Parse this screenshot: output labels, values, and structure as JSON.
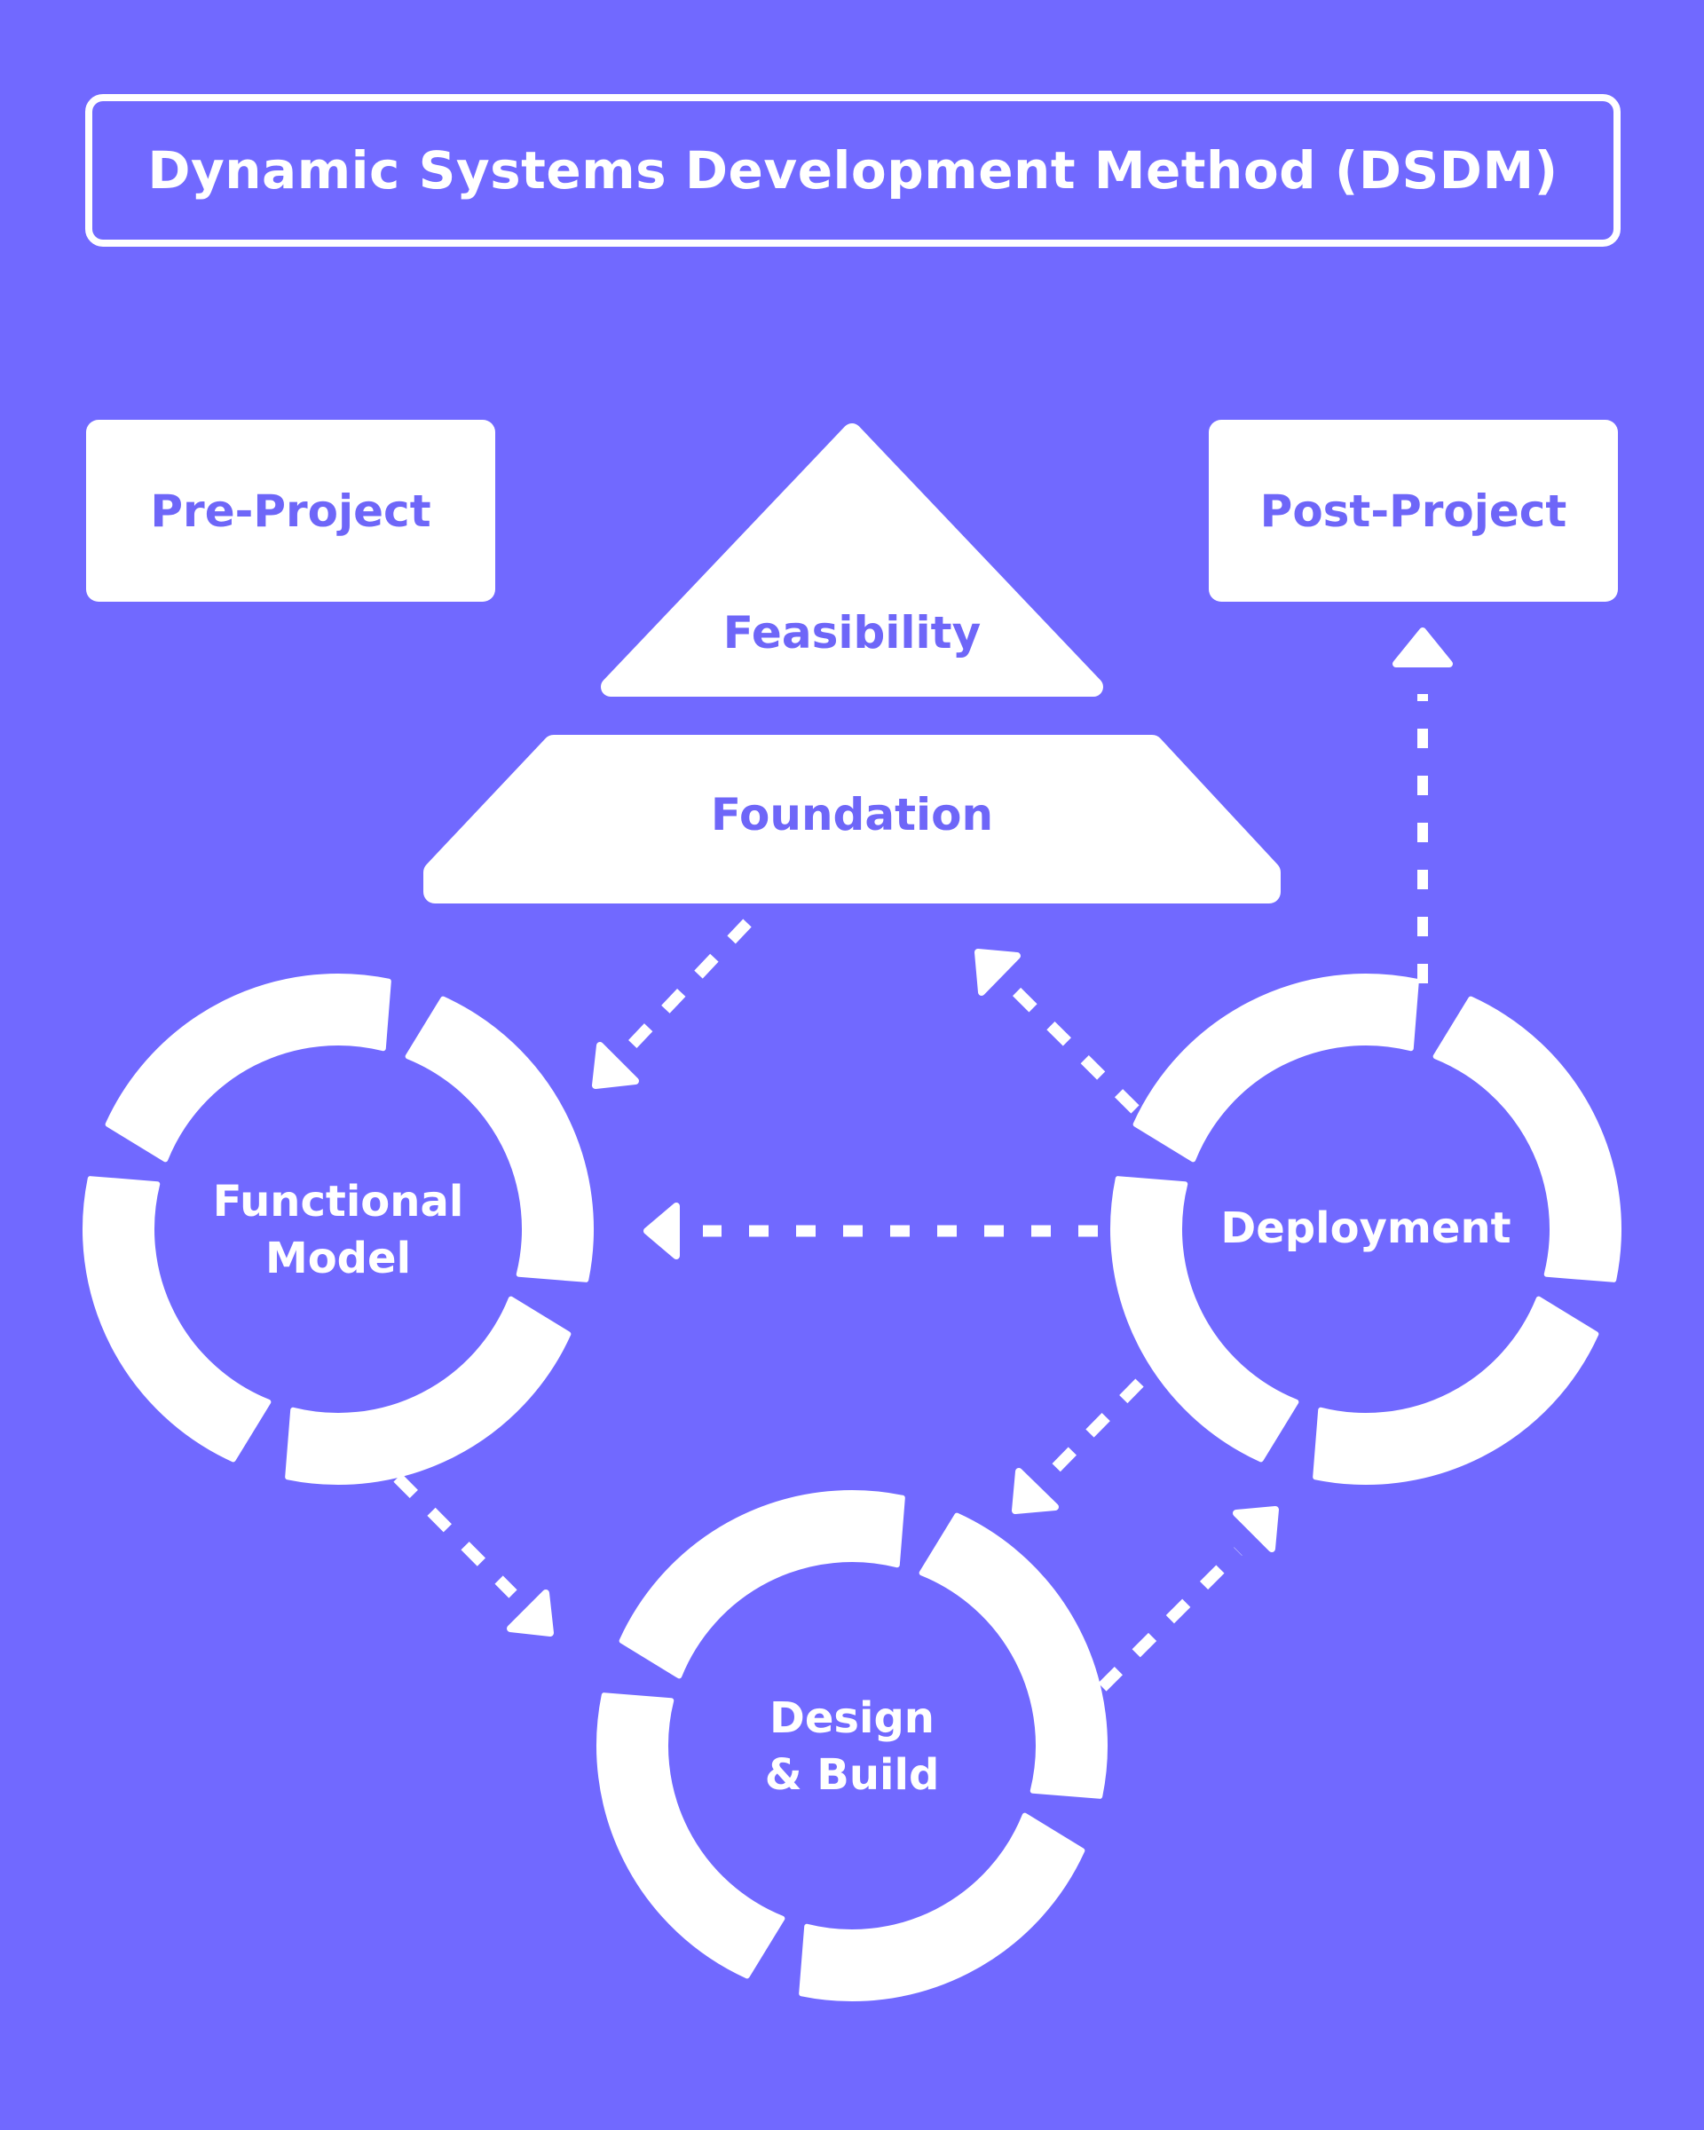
{
  "title": "Dynamic Systems Development Method (DSDM)",
  "colors": {
    "background": "#7169ff",
    "shape_fill": "#ffffff",
    "accent_text": "#6e66f8"
  },
  "phases": {
    "pre_project": "Pre-Project",
    "post_project": "Post-Project",
    "feasibility": "Feasibility",
    "foundation": "Foundation"
  },
  "cycles": {
    "functional_model": {
      "line1": "Functional",
      "line2": "Model"
    },
    "deployment": {
      "line1": "Deployment"
    },
    "design_build": {
      "line1": "Design",
      "line2": "& Build"
    }
  },
  "flows": [
    {
      "from": "Foundation",
      "to": "Functional Model",
      "style": "dashed",
      "icon": "arrow-down-left"
    },
    {
      "from": "Deployment",
      "to": "Foundation",
      "style": "dashed",
      "icon": "arrow-up-left"
    },
    {
      "from": "Deployment",
      "to": "Functional Model",
      "style": "dashed",
      "icon": "arrow-left"
    },
    {
      "from": "Deployment",
      "to": "Post-Project",
      "style": "dashed",
      "icon": "arrow-up"
    },
    {
      "from": "Functional Model",
      "to": "Design & Build",
      "style": "dashed",
      "icon": "arrow-down-right"
    },
    {
      "from": "Deployment",
      "to": "Design & Build",
      "style": "dashed",
      "icon": "arrow-down-left"
    },
    {
      "from": "Design & Build",
      "to": "Deployment",
      "style": "dashed",
      "icon": "arrow-up-right"
    }
  ]
}
